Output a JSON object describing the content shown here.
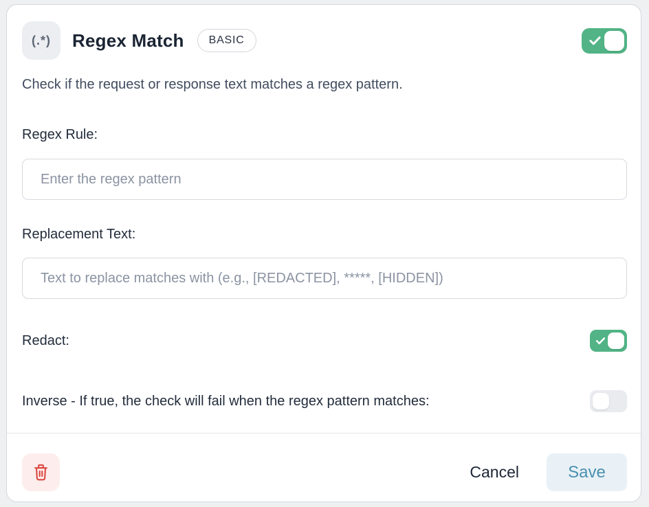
{
  "header": {
    "icon_text": "(.*)",
    "title": "Regex Match",
    "badge": "BASIC",
    "enabled": true
  },
  "description": "Check if the request or response text matches a regex pattern.",
  "fields": {
    "regex_rule": {
      "label": "Regex Rule:",
      "placeholder": "Enter the regex pattern",
      "value": ""
    },
    "replacement_text": {
      "label": "Replacement Text:",
      "placeholder": "Text to replace matches with (e.g., [REDACTED], *****, [HIDDEN])",
      "value": ""
    },
    "redact": {
      "label": "Redact:",
      "on": true
    },
    "inverse": {
      "label": "Inverse - If true, the check will fail when the regex pattern matches:",
      "on": false
    }
  },
  "footer": {
    "delete_icon": "trash-icon",
    "cancel_label": "Cancel",
    "save_label": "Save"
  },
  "colors": {
    "toggle_on": "#52b486",
    "toggle_off": "#e9ebef",
    "save_bg": "#e9f1f6",
    "save_text": "#4a90b0",
    "delete_bg": "#fdeeed",
    "delete_icon": "#dc4a43",
    "card_border": "#d5d8dd",
    "page_bg": "#eef0f2"
  }
}
